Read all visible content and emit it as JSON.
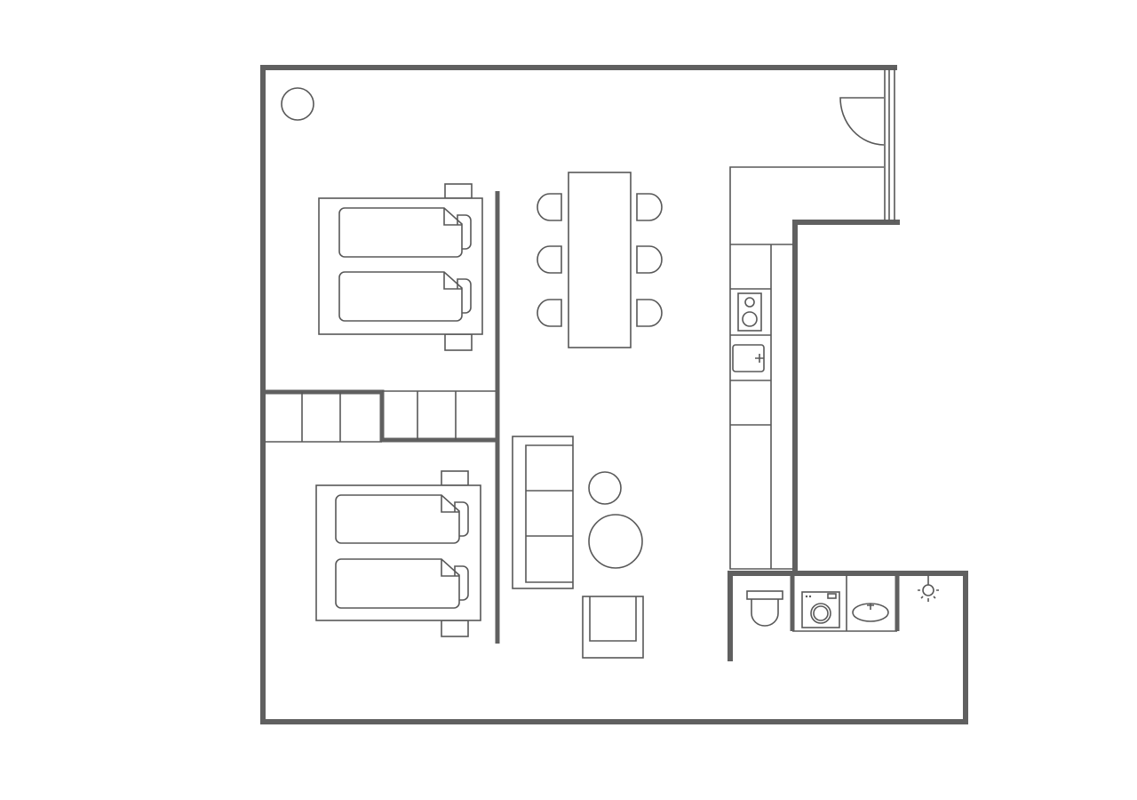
{
  "floor_plan": {
    "colors": {
      "wall": "#606060",
      "fixture_line": "#585858",
      "background": "#ffffff"
    },
    "rooms": [
      "bedroom-1",
      "bedroom-2",
      "stairs",
      "dining",
      "living",
      "kitchen",
      "entrance",
      "bathroom"
    ],
    "icons": [
      "column-icon",
      "door-icon",
      "window-icon",
      "bed-icon",
      "nightstand-icon",
      "dining-table-icon",
      "chair-icon",
      "sofa-icon",
      "side-table-icon",
      "coffee-table-icon",
      "armchair-icon",
      "hob-icon",
      "kitchen-sink-icon",
      "toilet-icon",
      "washing-machine-icon",
      "washbasin-icon",
      "ceiling-light-icon"
    ]
  }
}
